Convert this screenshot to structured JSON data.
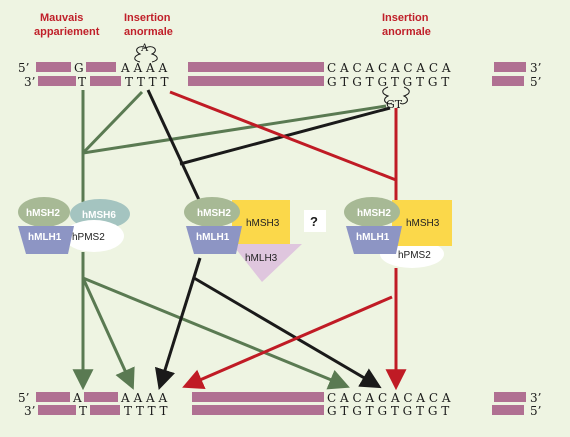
{
  "colors": {
    "background": "#eef4e2",
    "strand": "#b07092",
    "header_red": "#c0202a",
    "arrow_green": "#5a7a52",
    "arrow_black": "#1a1a1a",
    "arrow_red": "#c01b25",
    "msh2": "#a7b995",
    "mlh1": "#8d95c4",
    "msh6": "#a4c4c0",
    "msh3": "#fbd84a",
    "mlh3": "#dfc6de"
  },
  "headers": {
    "mismatch_line1": "Mauvais",
    "mismatch_line2": "appariement",
    "insertion1_line1": "Insertion",
    "insertion1_line2": "anormale",
    "insertion2_line1": "Insertion",
    "insertion2_line2": "anormale"
  },
  "top_dna": {
    "five_prime": "5’",
    "three_prime_left": "3’",
    "three_prime_right": "3’",
    "five_prime_right": "5’",
    "mismatch_top": "G",
    "mismatch_bottom": "T",
    "a_run_top": "A A A A",
    "t_run_bottom": "T T T T",
    "loop1_base": "A",
    "ca_repeat_top": "C A C A C A C A C A",
    "gt_repeat_bottom": "G T G T G T G T G T",
    "loop2_bases": "GT"
  },
  "complexes": {
    "mutsa": {
      "msh2": "hMSH2",
      "msh6": "hMSH6",
      "mlh1": "hMLH1",
      "pms2": "hPMS2"
    },
    "mlh3": {
      "msh2": "hMSH2",
      "msh3": "hMSH3",
      "mlh1": "hMLH1",
      "mlh3": "hMLH3"
    },
    "mutsb": {
      "msh2": "hMSH2",
      "msh3": "hMSH3",
      "mlh1": "hMLH1",
      "pms2": "hPMS2"
    },
    "question": "?"
  },
  "bottom_dna": {
    "five_prime": "5’",
    "three_prime_left": "3’",
    "three_prime_right": "3’",
    "five_prime_right": "5’",
    "corrected_top": "A",
    "corrected_bottom": "T",
    "a_run_top": "A A A A",
    "t_run_bottom": "T T T T",
    "ca_repeat_top": "C A C A C A C A C A",
    "gt_repeat_bottom": "G T G T G T G T G T"
  }
}
